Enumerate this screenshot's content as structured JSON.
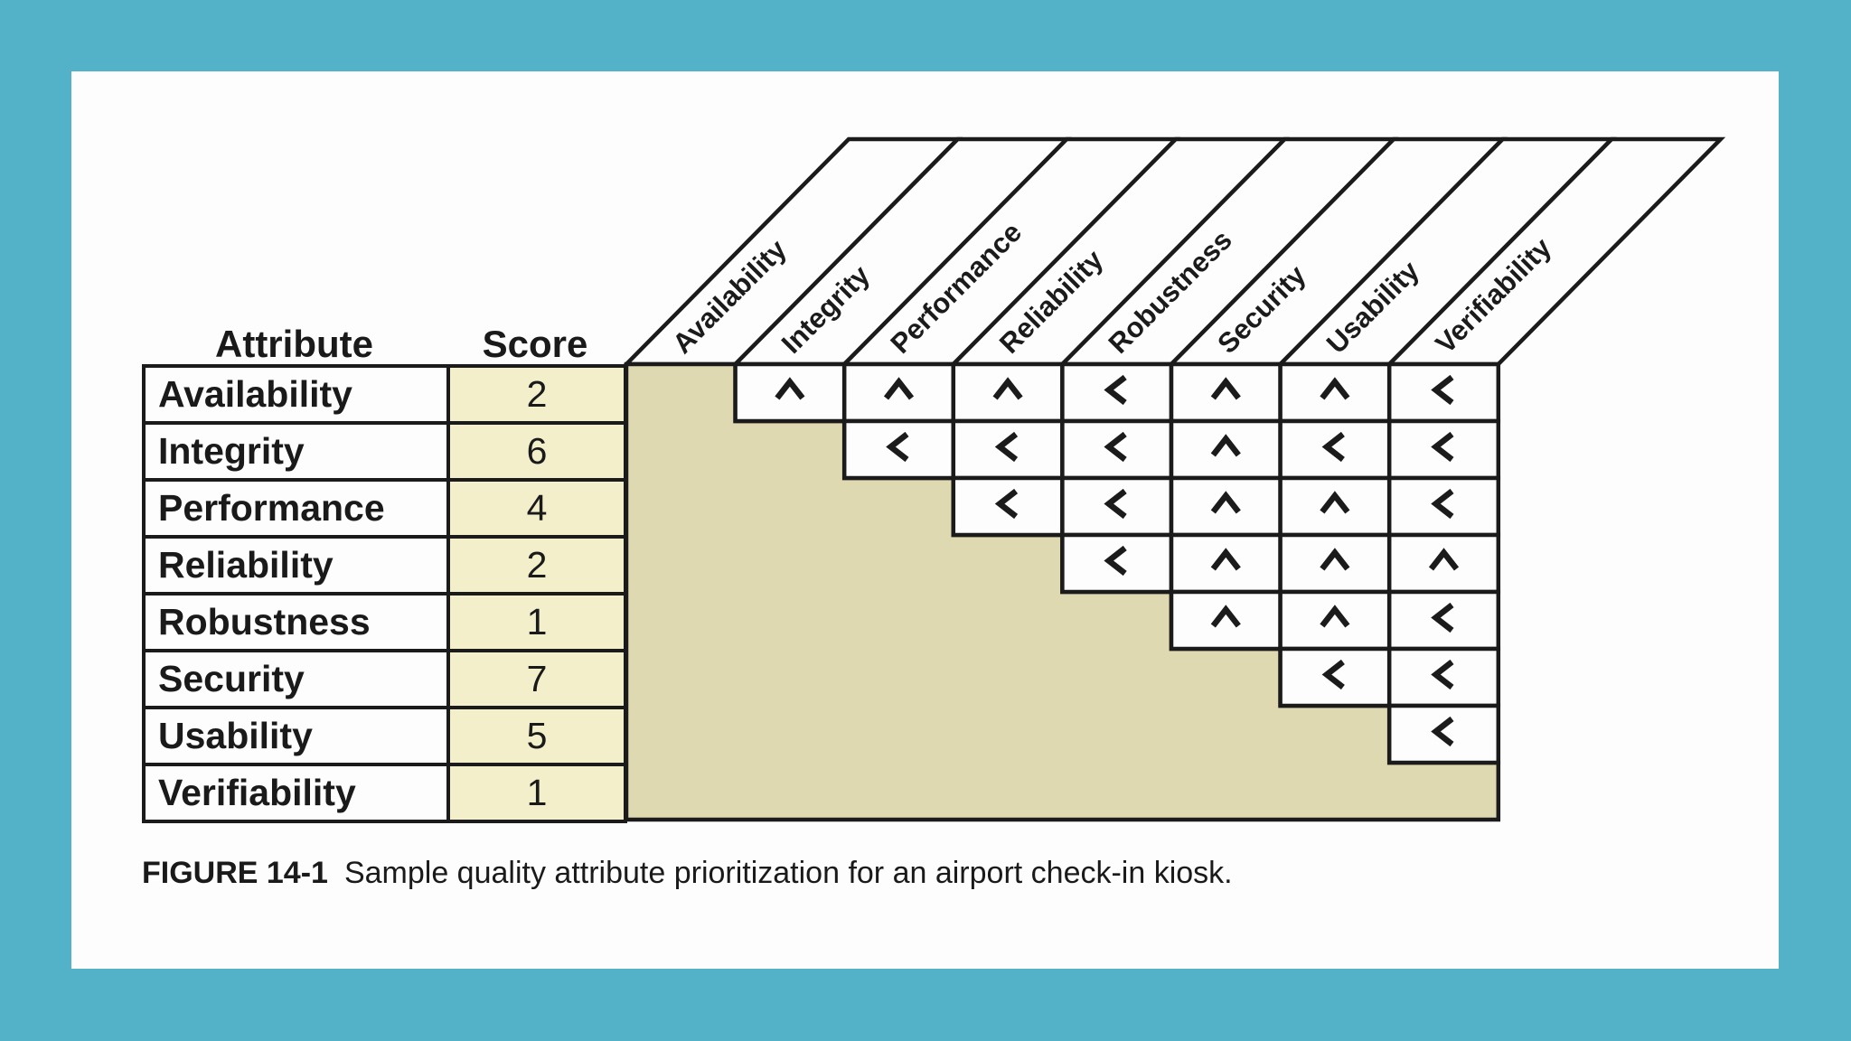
{
  "figure": {
    "caption_label": "FIGURE 14-1",
    "caption_text": "Sample quality attribute prioritization for an airport check-in kiosk."
  },
  "table_headers": {
    "attribute": "Attribute",
    "score": "Score"
  },
  "matrix_columns": [
    "Availability",
    "Integrity",
    "Performance",
    "Reliability",
    "Robustness",
    "Security",
    "Usability",
    "Verifiability"
  ],
  "rows": [
    {
      "attribute": "Availability",
      "score": "2",
      "comparisons": [
        "^",
        "^",
        "^",
        "<",
        "^",
        "^",
        "<"
      ]
    },
    {
      "attribute": "Integrity",
      "score": "6",
      "comparisons": [
        "<",
        "<",
        "<",
        "^",
        "<",
        "<"
      ]
    },
    {
      "attribute": "Performance",
      "score": "4",
      "comparisons": [
        "<",
        "<",
        "^",
        "^",
        "<"
      ]
    },
    {
      "attribute": "Reliability",
      "score": "2",
      "comparisons": [
        "<",
        "^",
        "^",
        "^"
      ]
    },
    {
      "attribute": "Robustness",
      "score": "1",
      "comparisons": [
        "^",
        "^",
        "<"
      ]
    },
    {
      "attribute": "Security",
      "score": "7",
      "comparisons": [
        "<",
        "<"
      ]
    },
    {
      "attribute": "Usability",
      "score": "5",
      "comparisons": [
        "<"
      ]
    },
    {
      "attribute": "Verifiability",
      "score": "1",
      "comparisons": []
    }
  ],
  "symbols": {
    "row_wins": "^",
    "column_wins": "<"
  },
  "colors": {
    "frame": "#53b2c8",
    "page": "#fdfdfd",
    "score_cell_fill": "#f2efca",
    "diagonal_region_fill": "#ded9b0",
    "line": "#1b1b1b"
  }
}
